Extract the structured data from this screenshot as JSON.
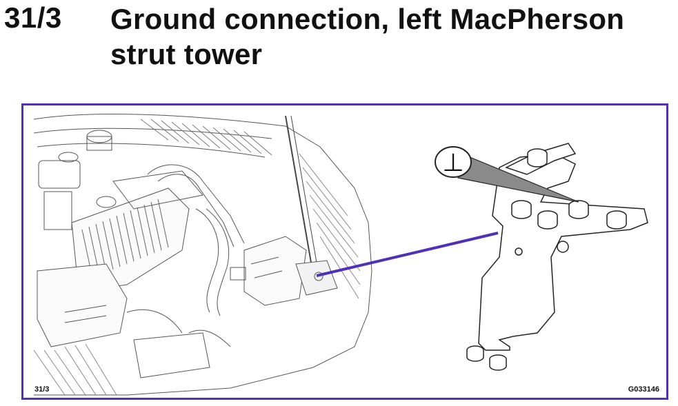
{
  "heading": {
    "number": "31/3",
    "title": "Ground connection, left MacPherson strut tower"
  },
  "figure": {
    "callout_symbol": "⊥",
    "ref_label": "31/3",
    "image_code": "G033146",
    "leader_color": "#5130b9"
  }
}
